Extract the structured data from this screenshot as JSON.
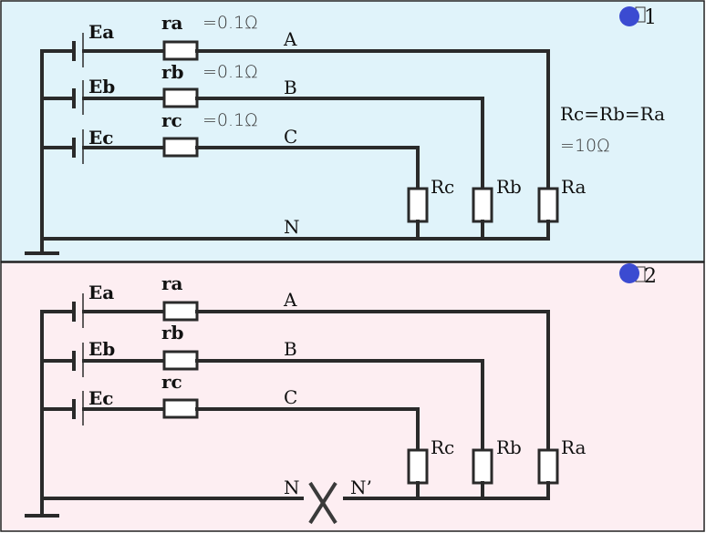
{
  "figures": [
    {
      "id": "fig1",
      "badge": "1",
      "background": "#e0f3fa",
      "sources": [
        "Ea",
        "Eb",
        "Ec"
      ],
      "internal_resistors": [
        {
          "name": "ra",
          "value": "=0.1Ω"
        },
        {
          "name": "rb",
          "value": "=0.1Ω"
        },
        {
          "name": "rc",
          "value": "=0.1Ω"
        }
      ],
      "lines": [
        "A",
        "B",
        "C",
        "N"
      ],
      "loads": [
        "Rc",
        "Rb",
        "Ra"
      ],
      "note_line1": "Rc=Rb=Ra",
      "note_line2": "=10Ω"
    },
    {
      "id": "fig2",
      "badge": "2",
      "background": "#fdeef2",
      "sources": [
        "Ea",
        "Eb",
        "Ec"
      ],
      "internal_resistors": [
        {
          "name": "ra"
        },
        {
          "name": "rb"
        },
        {
          "name": "rc"
        }
      ],
      "lines": [
        "A",
        "B",
        "C",
        "N"
      ],
      "neutral_break_label": "N’",
      "loads": [
        "Rc",
        "Rb",
        "Ra"
      ]
    }
  ],
  "colors": {
    "wire": "#2a2a2a",
    "badge_dot": "#3b4bd1"
  }
}
